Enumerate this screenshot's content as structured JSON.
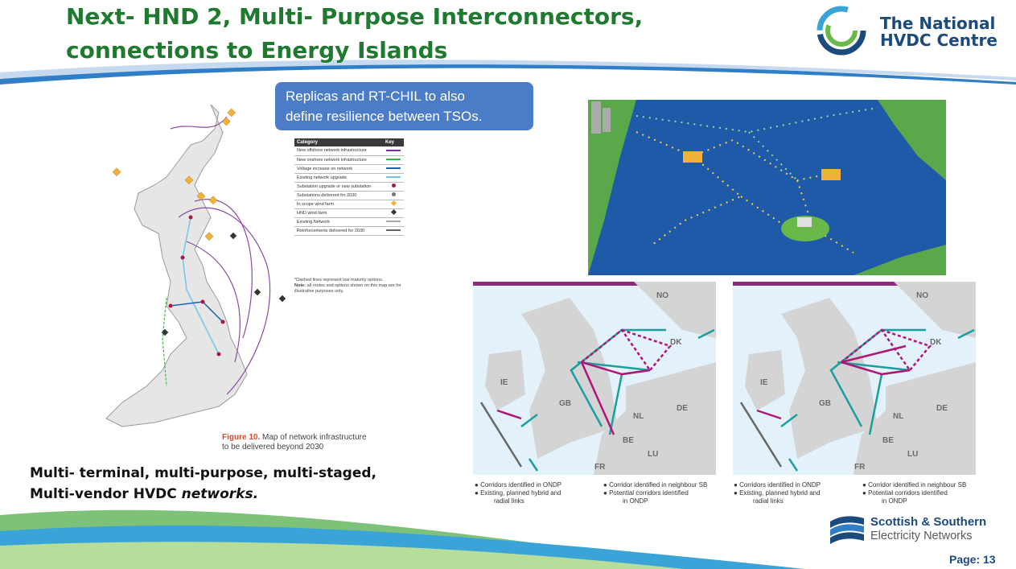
{
  "title": {
    "line1": "Next- HND 2, Multi- Purpose Interconnectors,",
    "line2": "connections to Energy Islands"
  },
  "brand": {
    "line1": "The National",
    "line2": "HVDC Centre",
    "logo_icon": "hvdc-centre-swirl-logo"
  },
  "callout": {
    "line1": "Replicas and RT-CHIL to also",
    "line2": "define resilience between TSOs."
  },
  "key_table": {
    "header_category": "Category",
    "header_key": "Key",
    "rows": [
      {
        "label": "New offshore network infrastructure",
        "symbol": "line",
        "color": "#7b2d9b"
      },
      {
        "label": "New onshore network infrastructure",
        "symbol": "line",
        "color": "#3ab54a"
      },
      {
        "label": "Voltage increase on network",
        "symbol": "line",
        "color": "#1f5fae"
      },
      {
        "label": "Existing network upgrade",
        "symbol": "line",
        "color": "#6fc6ea"
      },
      {
        "label": "Substation upgrade or new substation",
        "symbol": "dot",
        "color": "#b0154a"
      },
      {
        "label": "Substations delivered for 2030",
        "symbol": "dot",
        "color": "#777777"
      },
      {
        "label": "In scope wind farm",
        "symbol": "diamond",
        "color": "#f2b23a"
      },
      {
        "label": "HND wind farm",
        "symbol": "diamond",
        "color": "#333333"
      },
      {
        "label": "Existing Network",
        "symbol": "line",
        "color": "#aaaaaa"
      },
      {
        "label": "Reinforcements delivered for 2030",
        "symbol": "line",
        "color": "#666666"
      }
    ],
    "note1": "*Dashed lines represent low maturity options.",
    "note2_bold": "Note:",
    "note2": "all routes and options shown on this map are for illustrative purposes only."
  },
  "figure_caption": {
    "number": "Figure 10.",
    "text": "Map of network infrastructure",
    "text2": "to be delivered beyond 2030"
  },
  "bottom_caption": {
    "line1": "Multi- terminal, multi-purpose, multi-staged,",
    "line2_plain": "Multi-vendor HVDC ",
    "line2_italic": "networks."
  },
  "map_labels": [
    "NO",
    "DK",
    "IE",
    "GB",
    "DE",
    "NL",
    "BE",
    "LU",
    "FR"
  ],
  "map_legend": {
    "l1": "Corridors identified in ONDP",
    "l2": "Existing, planned hybrid and",
    "l2b": "radial links",
    "l3": "Corridor identified in neighbour SB",
    "l4": "Potential corridors identified",
    "l4b": "in ONDP"
  },
  "ssen": {
    "line1": "Scottish & Southern",
    "line2": "Electricity Networks",
    "logo_icon": "ssen-wave-logo"
  },
  "page_number": "Page: 13",
  "colors": {
    "title_green": "#1e7a2e",
    "brand_blue": "#1b4a7e",
    "callout_blue": "#4a7cc7",
    "ondp_magenta": "#b0157a",
    "teal": "#1a9e9e"
  }
}
